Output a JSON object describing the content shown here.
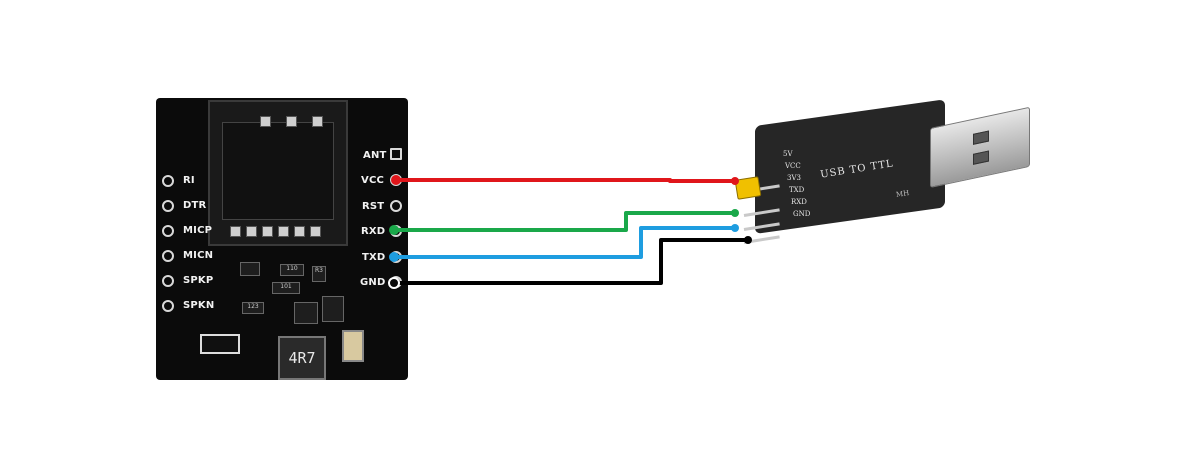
{
  "gsm_board": {
    "left_pins": [
      "RI",
      "DTR",
      "MICP",
      "MICN",
      "SPKP",
      "SPKN"
    ],
    "right_pins": [
      "ANT",
      "VCC",
      "RST",
      "RXD",
      "TXD",
      "GND"
    ],
    "inductor_label": "4R7",
    "chip_labels": [
      "110",
      "R3",
      "101",
      "123"
    ]
  },
  "usb_adapter": {
    "title": "USB TO TTL",
    "mfr_mark": "MH",
    "pins": [
      "5V",
      "VCC",
      "3V3",
      "TXD",
      "RXD",
      "GND"
    ]
  },
  "wires": [
    {
      "from": "VCC",
      "to": "VCC",
      "color": "#e0161b"
    },
    {
      "from": "RXD",
      "to": "TXD",
      "color": "#1aa84a"
    },
    {
      "from": "TXD",
      "to": "RXD",
      "color": "#1e9de0"
    },
    {
      "from": "GND",
      "to": "GND",
      "color": "#000000"
    }
  ]
}
